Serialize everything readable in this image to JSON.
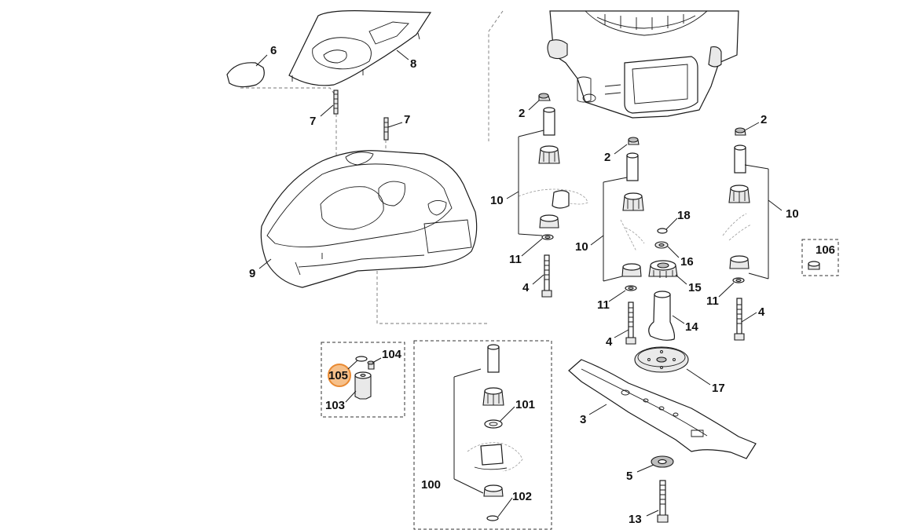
{
  "callouts": {
    "c6": "6",
    "c8": "8",
    "c7a": "7",
    "c7b": "7",
    "c9": "9",
    "c2a": "2",
    "c2b": "2",
    "c2c": "2",
    "c10a": "10",
    "c10b": "10",
    "c10c": "10",
    "c11a": "11",
    "c11b": "11",
    "c11c": "11",
    "c4a": "4",
    "c4b": "4",
    "c4c": "4",
    "c18": "18",
    "c16": "16",
    "c15": "15",
    "c14": "14",
    "c17": "17",
    "c3": "3",
    "c5": "5",
    "c13": "13",
    "c106": "106",
    "c104": "104",
    "c105": "105",
    "c103": "103",
    "c101": "101",
    "c100": "100",
    "c102": "102"
  },
  "colors": {
    "highlight_fill": "#f6c08a",
    "highlight_stroke": "#e98a33",
    "line": "#1a1a1a"
  },
  "highlighted_part": "105"
}
